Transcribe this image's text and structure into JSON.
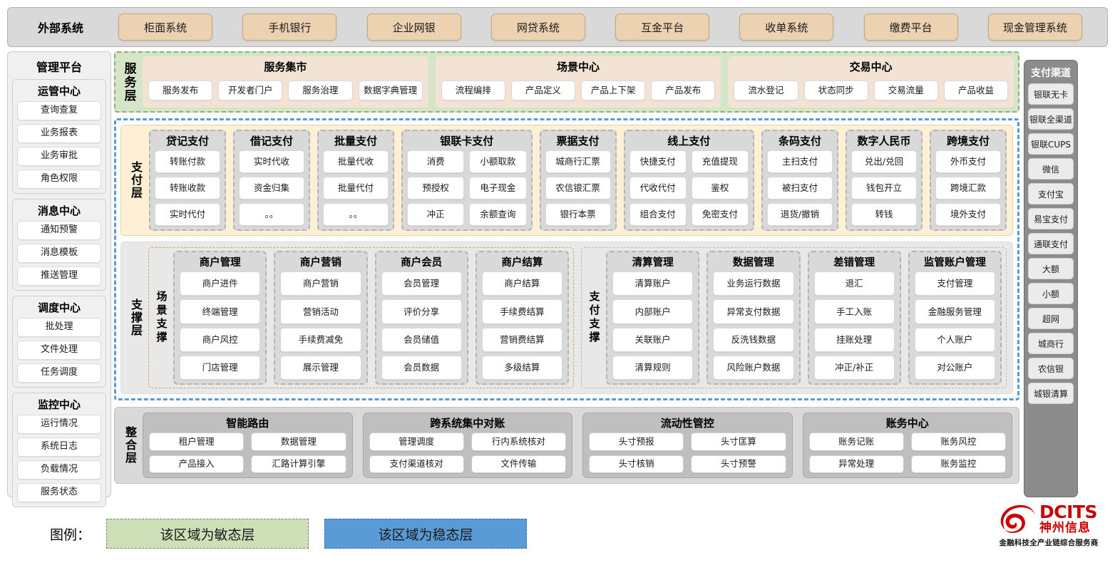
{
  "external": {
    "title": "外部系统",
    "items": [
      "柜面系统",
      "手机银行",
      "企业网银",
      "网贷系统",
      "互金平台",
      "收单系统",
      "缴费平台",
      "现金管理系统"
    ]
  },
  "left_rail": {
    "title": "管理平台",
    "groups": [
      {
        "title": "运管中心",
        "items": [
          "查询查复",
          "业务报表",
          "业务审批",
          "角色权限"
        ]
      },
      {
        "title": "消息中心",
        "items": [
          "通知预警",
          "消息模板",
          "推送管理"
        ]
      },
      {
        "title": "调度中心",
        "items": [
          "批处理",
          "文件处理",
          "任务调度"
        ]
      },
      {
        "title": "监控中心",
        "items": [
          "运行情况",
          "系统日志",
          "负载情况",
          "服务状态"
        ]
      }
    ]
  },
  "right_rail": {
    "title": "支付渠道",
    "items": [
      "银联无卡",
      "银联全渠道",
      "银联CUPS",
      "微信",
      "支付宝",
      "易宝支付",
      "通联支付",
      "大额",
      "小额",
      "超网",
      "城商行",
      "农信银",
      "城银清算"
    ]
  },
  "service_layer": {
    "label": "服务层",
    "groups": [
      {
        "title": "服务集市",
        "items": [
          "服务发布",
          "开发者门户",
          "服务治理",
          "数据字典管理"
        ]
      },
      {
        "title": "场景中心",
        "items": [
          "流程编排",
          "产品定义",
          "产品上下架",
          "产品发布"
        ]
      },
      {
        "title": "交易中心",
        "items": [
          "流水登记",
          "状态同步",
          "交易流量",
          "产品收益"
        ]
      }
    ]
  },
  "pay_layer": {
    "label": "支付层",
    "groups": [
      {
        "title": "贷记支付",
        "cols": 1,
        "rows": [
          [
            "转账付款"
          ],
          [
            "转账收款"
          ],
          [
            "实时代付"
          ]
        ]
      },
      {
        "title": "借记支付",
        "cols": 1,
        "rows": [
          [
            "实时代收"
          ],
          [
            "资金归集"
          ],
          [
            "。。"
          ]
        ]
      },
      {
        "title": "批量支付",
        "cols": 1,
        "rows": [
          [
            "批量代收"
          ],
          [
            "批量代付"
          ],
          [
            "。。"
          ]
        ]
      },
      {
        "title": "银联卡支付",
        "cols": 2,
        "rows": [
          [
            "消费",
            "小额取款"
          ],
          [
            "预授权",
            "电子现金"
          ],
          [
            "冲正",
            "余额查询"
          ]
        ]
      },
      {
        "title": "票据支付",
        "cols": 1,
        "rows": [
          [
            "城商行汇票"
          ],
          [
            "农信银汇票"
          ],
          [
            "银行本票"
          ]
        ]
      },
      {
        "title": "线上支付",
        "cols": 2,
        "rows": [
          [
            "快捷支付",
            "充值提现"
          ],
          [
            "代收代付",
            "鉴权"
          ],
          [
            "组合支付",
            "免密支付"
          ]
        ]
      },
      {
        "title": "条码支付",
        "cols": 1,
        "rows": [
          [
            "主扫支付"
          ],
          [
            "被扫支付"
          ],
          [
            "退货/撤销"
          ]
        ]
      },
      {
        "title": "数字人民币",
        "cols": 1,
        "rows": [
          [
            "兑出/兑回"
          ],
          [
            "钱包开立"
          ],
          [
            "转钱"
          ]
        ]
      },
      {
        "title": "跨境支付",
        "cols": 1,
        "rows": [
          [
            "外币支付"
          ],
          [
            "跨境汇款"
          ],
          [
            "境外支付"
          ]
        ]
      }
    ]
  },
  "support_layer": {
    "label": "支撑层",
    "blocks": [
      {
        "label": "场景支撑",
        "columns": [
          {
            "title": "商户管理",
            "items": [
              "商户进件",
              "终端管理",
              "商户风控",
              "门店管理"
            ]
          },
          {
            "title": "商户营销",
            "items": [
              "商户营销",
              "营销活动",
              "手续费减免",
              "展示管理"
            ]
          },
          {
            "title": "商户会员",
            "items": [
              "会员管理",
              "评价分享",
              "会员储值",
              "会员数据"
            ]
          },
          {
            "title": "商户结算",
            "items": [
              "商户结算",
              "手续费结算",
              "营销费结算",
              "多级结算"
            ]
          }
        ]
      },
      {
        "label": "支付支撑",
        "columns": [
          {
            "title": "清算管理",
            "items": [
              "清算账户",
              "内部账户",
              "关联账户",
              "清算规则"
            ]
          },
          {
            "title": "数据管理",
            "items": [
              "业务运行数据",
              "异常支付数据",
              "反洗钱数据",
              "风险账户数据"
            ]
          },
          {
            "title": "差错管理",
            "items": [
              "退汇",
              "手工入账",
              "挂账处理",
              "冲正/补正"
            ]
          },
          {
            "title": "监管账户管理",
            "items": [
              "支付管理",
              "金融服务管理",
              "个人账户",
              "对公账户"
            ]
          }
        ]
      }
    ]
  },
  "integration_layer": {
    "label": "整合层",
    "groups": [
      {
        "title": "智能路由",
        "rows": [
          [
            "租户管理",
            "数据管理"
          ],
          [
            "产品接入",
            "汇路计算引擎"
          ]
        ]
      },
      {
        "title": "跨系统集中对账",
        "rows": [
          [
            "管理调度",
            "行内系统核对"
          ],
          [
            "支付渠道核对",
            "文件传输"
          ]
        ]
      },
      {
        "title": "流动性管控",
        "rows": [
          [
            "头寸预报",
            "头寸匡算"
          ],
          [
            "头寸核销",
            "头寸预警"
          ]
        ]
      },
      {
        "title": "账务中心",
        "rows": [
          [
            "账务记账",
            "账务风控"
          ],
          [
            "异常处理",
            "账务监控"
          ]
        ]
      }
    ]
  },
  "legend": {
    "label": "图例：",
    "agile": "该区域为敏态层",
    "stable": "该区域为稳态层",
    "agile_color": "#cde0b8",
    "stable_color": "#5b9bd5"
  },
  "logo": {
    "en": "DCITS",
    "cn": "神州信息",
    "tagline": "金融科技全产业链综合服务商",
    "color": "#cc0000"
  }
}
